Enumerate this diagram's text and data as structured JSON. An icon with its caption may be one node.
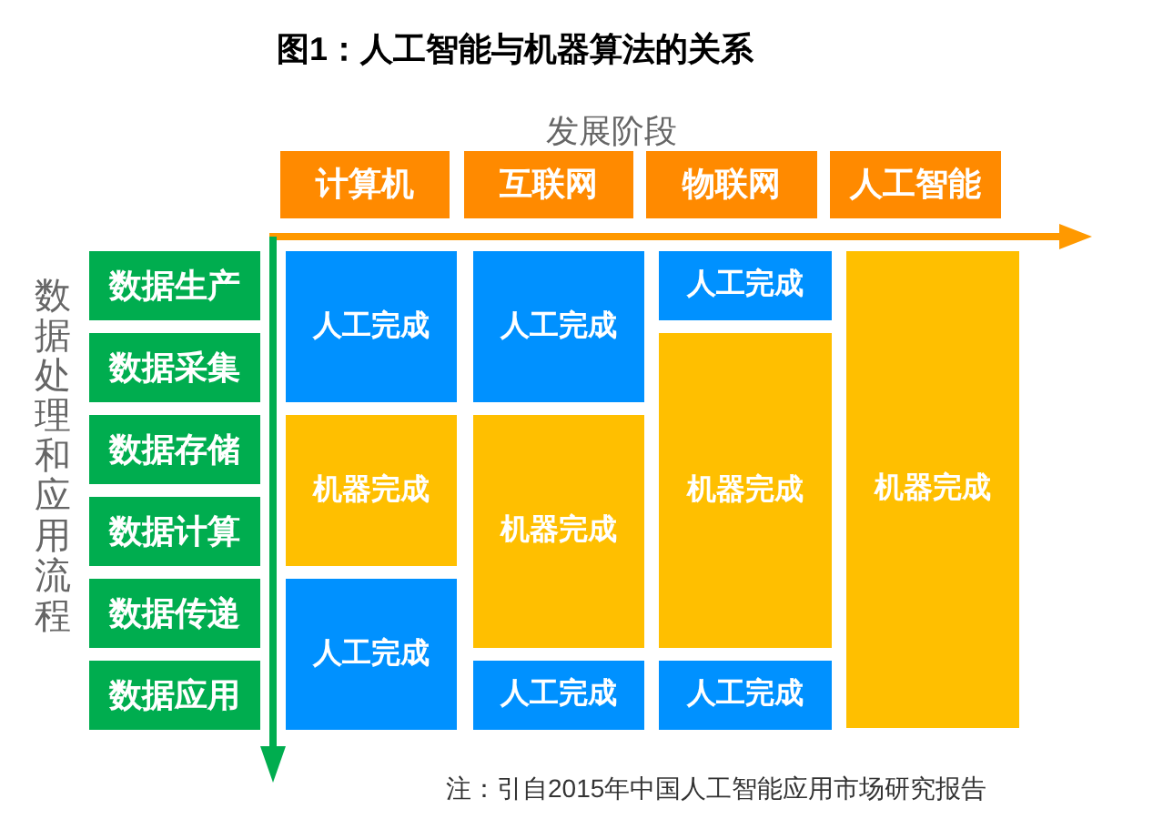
{
  "diagram": {
    "title": "图1：人工智能与机器算法的关系",
    "caption": "注：引自2015年中国人工智能应用市场研究报告",
    "nodes": [
      {
        "text": [
          "计算机"
        ]
      },
      {
        "text": [
          "互联网"
        ]
      },
      {
        "text": [
          "物联网"
        ]
      },
      {
        "text": [
          "人工智能"
        ]
      },
      {
        "text": [
          "数据生产"
        ]
      },
      {
        "text": [
          "数据采集"
        ]
      },
      {
        "text": [
          "数据存储"
        ]
      },
      {
        "text": [
          "数据计算"
        ]
      },
      {
        "text": [
          "数据传递"
        ]
      },
      {
        "text": [
          "数据应用"
        ]
      },
      {
        "text": [
          "人工完成"
        ]
      },
      {
        "text": [
          "机器完成"
        ]
      },
      {
        "text": [
          "人工完成"
        ]
      },
      {
        "text": [
          "人工完成"
        ]
      },
      {
        "text": [
          "机器完成"
        ]
      },
      {
        "text": [
          "人工完成"
        ]
      },
      {
        "text": [
          "人工完成"
        ]
      },
      {
        "text": [
          "机器完成"
        ]
      },
      {
        "text": [
          "人工完成"
        ]
      },
      {
        "text": [
          "机器完成"
        ]
      }
    ],
    "labels": [
      "发展阶段",
      "数据处理和应用流程"
    ]
  }
}
